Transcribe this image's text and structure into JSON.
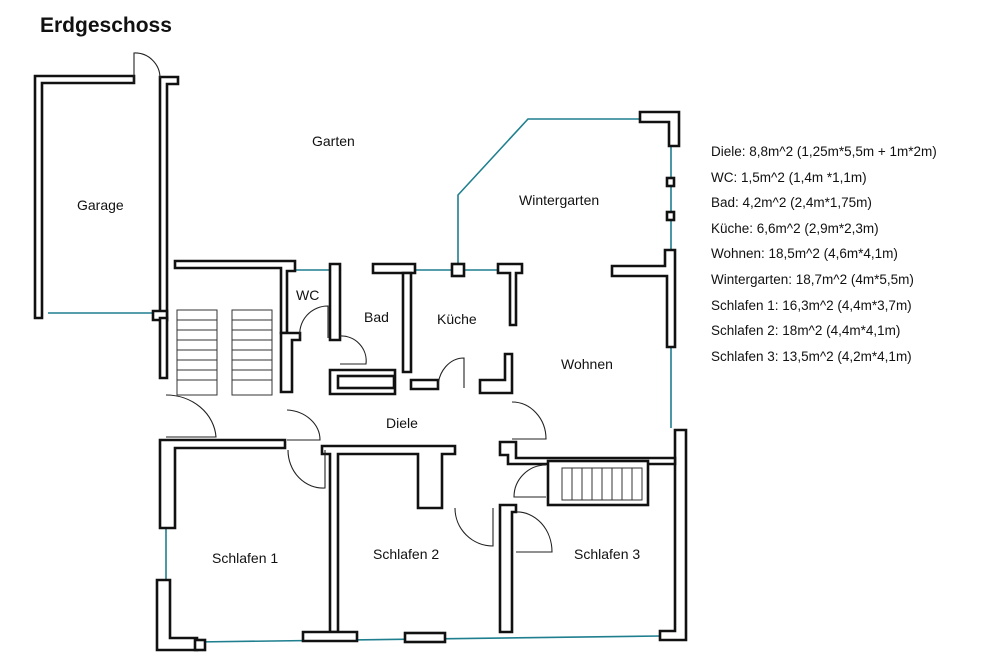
{
  "title": "Erdgeschoss",
  "rooms": {
    "garten": "Garten",
    "garage": "Garage",
    "wintergarten": "Wintergarten",
    "wc": "WC",
    "bad": "Bad",
    "kueche": "Küche",
    "wohnen": "Wohnen",
    "diele": "Diele",
    "schlafen1": "Schlafen 1",
    "schlafen2": "Schlafen 2",
    "schlafen3": "Schlafen 3"
  },
  "areas": [
    "Diele: 8,8m^2 (1,25m*5,5m + 1m*2m)",
    "WC: 1,5m^2 (1,4m *1,1m)",
    "Bad: 4,2m^2 (2,4m*1,75m)",
    "Küche: 6,6m^2 (2,9m*2,3m)",
    "Wohnen: 18,5m^2 (4,6m*4,1m)",
    "Wintergarten: 18,7m^2 (4m*5,5m)",
    "Schlafen 1: 16,3m^2 (4,4m*3,7m)",
    "Schlafen 2: 18m^2 (4,4m*4,1m)",
    "Schlafen 3: 13,5m^2 (4,2m*4,1m)"
  ],
  "colors": {
    "glass": "#1f7f8f",
    "wall": "#111111"
  }
}
